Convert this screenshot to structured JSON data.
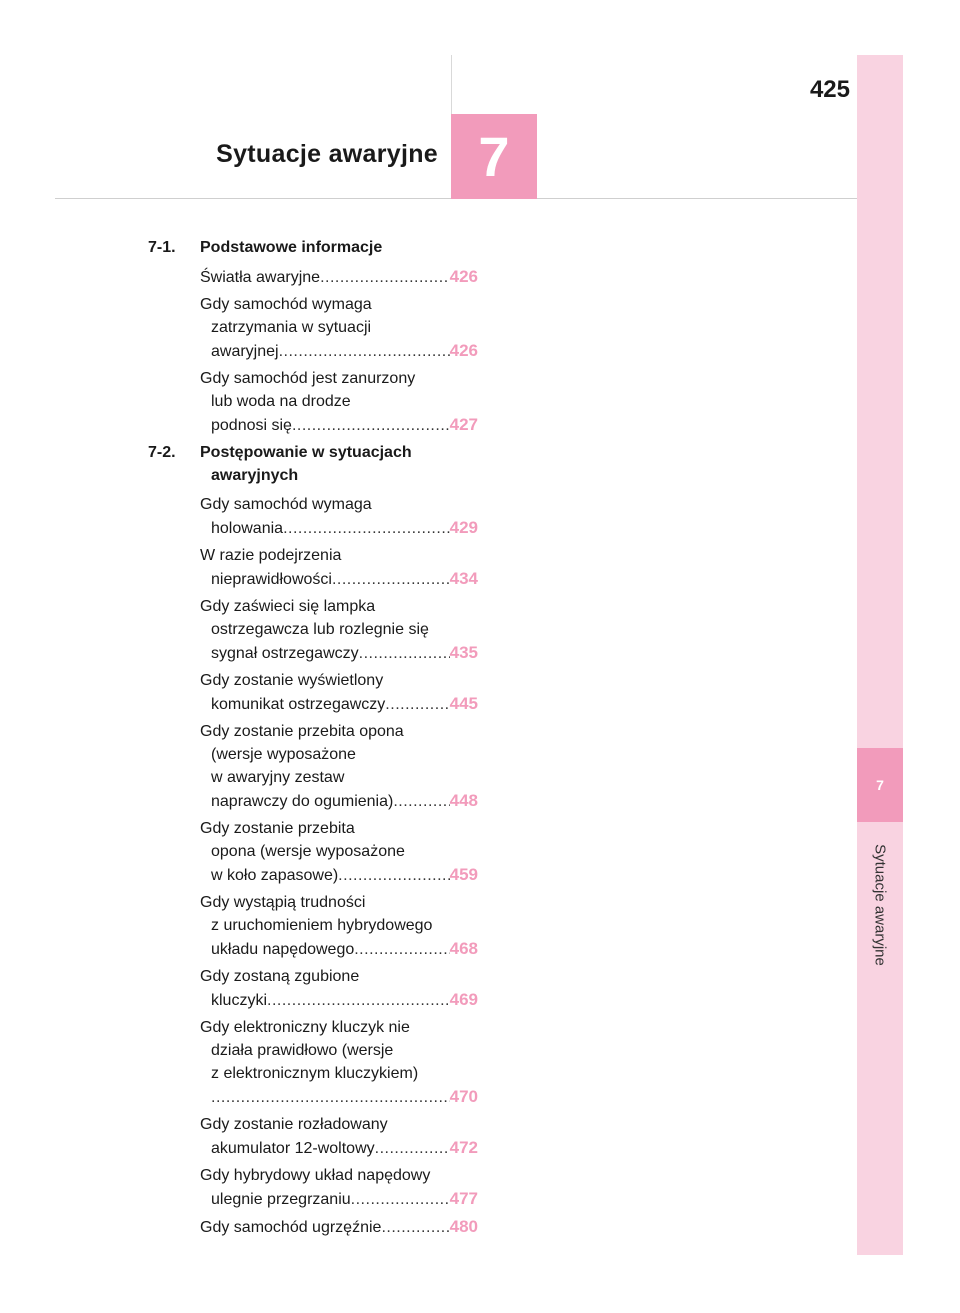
{
  "header": {
    "page_number": "425",
    "chapter_title": "Sytuacje awaryjne",
    "chapter_number": "7"
  },
  "side_tab": {
    "number": "7",
    "label": "Sytuacje awaryjne"
  },
  "colors": {
    "accent": "#f29bbb",
    "tab_light": "#f9d3e1"
  },
  "sections": [
    {
      "number": "7-1.",
      "title": "Podstawowe informacje",
      "entries": [
        {
          "lines": [
            "Światła awaryjne"
          ],
          "page": "426"
        },
        {
          "lines": [
            "Gdy samochód wymaga",
            "zatrzymania w sytuacji",
            "awaryjnej"
          ],
          "page": "426"
        },
        {
          "lines": [
            "Gdy samochód jest zanurzony",
            "lub woda na drodze",
            "podnosi się"
          ],
          "page": "427"
        }
      ]
    },
    {
      "number": "7-2.",
      "title": "Postępowanie w sytuacjach awaryjnych",
      "entries": [
        {
          "lines": [
            "Gdy samochód wymaga",
            "holowania"
          ],
          "page": "429"
        },
        {
          "lines": [
            "W razie podejrzenia",
            "nieprawidłowości"
          ],
          "page": "434"
        },
        {
          "lines": [
            "Gdy zaświeci się lampka",
            "ostrzegawcza lub rozlegnie się",
            "sygnał ostrzegawczy"
          ],
          "page": "435"
        },
        {
          "lines": [
            "Gdy zostanie wyświetlony",
            "komunikat ostrzegawczy"
          ],
          "page": "445"
        },
        {
          "lines": [
            "Gdy zostanie przebita opona",
            "(wersje wyposażone",
            "w awaryjny zestaw",
            "naprawczy do ogumienia)"
          ],
          "page": "448"
        },
        {
          "lines": [
            "Gdy zostanie przebita",
            "opona (wersje wyposażone",
            "w koło zapasowe)"
          ],
          "page": "459"
        },
        {
          "lines": [
            "Gdy wystąpią trudności",
            "z uruchomieniem hybrydowego",
            "układu napędowego"
          ],
          "page": "468"
        },
        {
          "lines": [
            "Gdy zostaną zgubione",
            "kluczyki"
          ],
          "page": "469"
        },
        {
          "lines": [
            "Gdy elektroniczny kluczyk nie",
            "działa prawidłowo (wersje",
            "z elektronicznym kluczykiem)",
            ""
          ],
          "page": "470"
        },
        {
          "lines": [
            "Gdy zostanie rozładowany",
            "akumulator 12-woltowy"
          ],
          "page": "472"
        },
        {
          "lines": [
            "Gdy hybrydowy układ napędowy",
            "ulegnie przegrzaniu"
          ],
          "page": "477"
        },
        {
          "lines": [
            "Gdy samochód ugrzęźnie"
          ],
          "page": "480"
        }
      ]
    }
  ]
}
